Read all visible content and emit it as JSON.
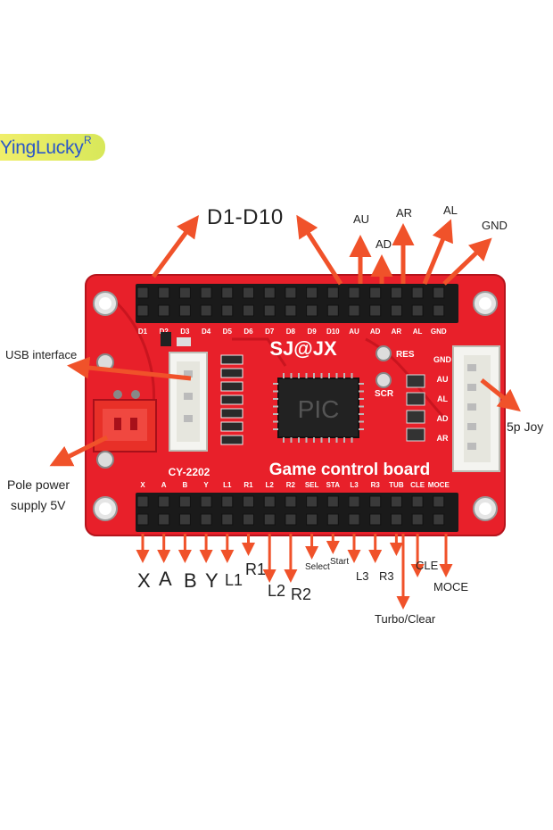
{
  "brand": {
    "name": "YingLucky",
    "reg": "R"
  },
  "board": {
    "model": "SJ@JX",
    "part": "CY-2202",
    "title": "Game control board",
    "top_pins": [
      "D1",
      "D2",
      "D3",
      "D4",
      "D5",
      "D6",
      "D7",
      "D8",
      "D9",
      "D10",
      "AU",
      "AD",
      "AR",
      "AL",
      "GND"
    ],
    "bottom_pins": [
      "X",
      "A",
      "B",
      "Y",
      "L1",
      "R1",
      "L2",
      "R2",
      "SEL",
      "STA",
      "L3",
      "R3",
      "TUB",
      "CLE",
      "MOCE"
    ],
    "side_pins": [
      "GND",
      "AU",
      "AL",
      "AD",
      "AR"
    ],
    "leds": [
      "RES",
      "SCR"
    ],
    "chip_label": "PIC",
    "colors": {
      "pcb": "#e8202a",
      "silk": "#ffffff",
      "arrow": "#f0522a"
    }
  },
  "annotations": {
    "d_range": "D1-D10",
    "au": "AU",
    "ad": "AD",
    "ar": "AR",
    "al": "AL",
    "gnd": "GND",
    "usb": "USB interface",
    "pole_line1": "Pole power",
    "pole_line2": "supply 5V",
    "joy": "5p Joy",
    "x": "X",
    "a": "A",
    "b": "B",
    "y": "Y",
    "l1": "L1",
    "r1": "R1",
    "l2": "L2",
    "r2": "R2",
    "select": "Select",
    "start": "Start",
    "l3": "L3",
    "r3": "R3",
    "cle": "CLE",
    "moce": "MOCE",
    "turbo": "Turbo/Clear"
  }
}
